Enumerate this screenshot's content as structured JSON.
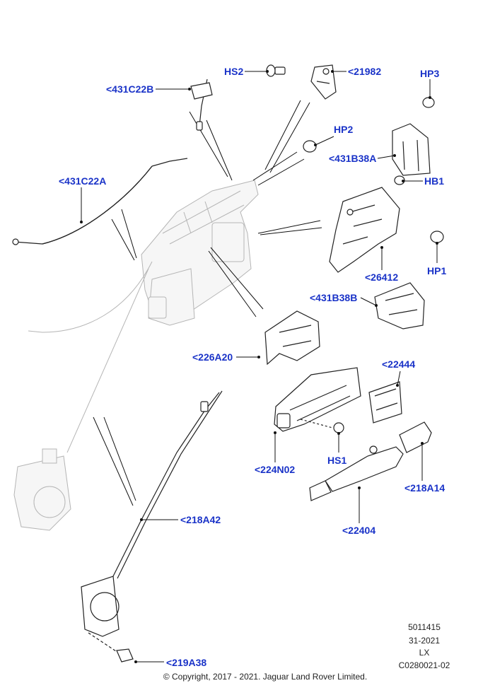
{
  "callouts": {
    "hs2": "HS2",
    "p21982": "<21982",
    "hp3": "HP3",
    "p431c22b": "<431C22B",
    "hp2": "HP2",
    "p431b38a": "<431B38A",
    "hb1": "HB1",
    "p431c22a": "<431C22A",
    "p26412": "<26412",
    "hp1": "HP1",
    "p431b38b": "<431B38B",
    "p226a20": "<226A20",
    "p22444": "<22444",
    "p224n02": "<224N02",
    "hs1": "HS1",
    "p218a14": "<218A14",
    "p218a42": "<218A42",
    "p22404": "<22404",
    "p219a38": "<219A38"
  },
  "meta": {
    "number": "5011415",
    "date": "31-2021",
    "model": "LX",
    "code": "C0280021-02",
    "copyright": "© Copyright, 2017 - 2021. Jaguar Land Rover Limited."
  },
  "colors": {
    "callout": "#1a33c8"
  }
}
